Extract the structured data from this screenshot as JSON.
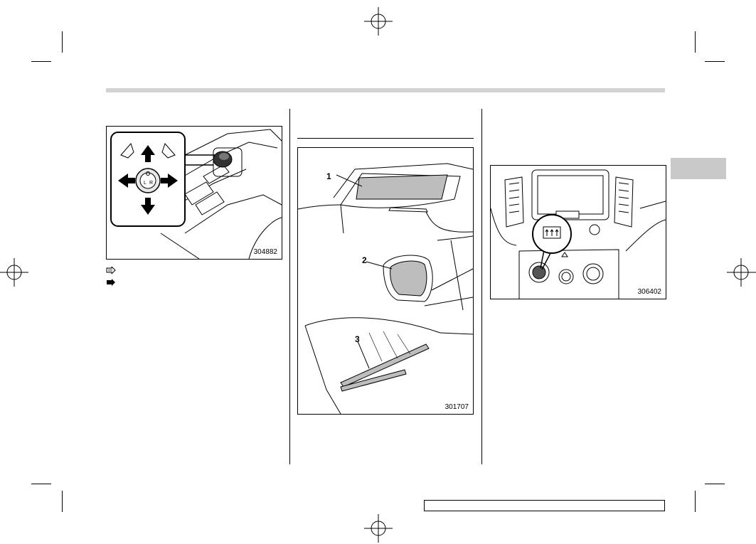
{
  "page": {
    "background": "#ffffff",
    "header_bar_color": "#d2d2d2",
    "tab_color": "#c9c9c9"
  },
  "figures": {
    "mirror_switch": {
      "code": "304882",
      "labels": {
        "left": "L",
        "right": "R"
      }
    },
    "heated_areas": {
      "code": "301707",
      "callouts": [
        "1",
        "2",
        "3"
      ]
    },
    "defogger_button": {
      "code": "306402"
    }
  },
  "legend": {
    "items": [
      {
        "icon": "outline-arrow-icon"
      },
      {
        "icon": "solid-arrow-icon"
      }
    ]
  },
  "footer": {
    "text": ""
  }
}
